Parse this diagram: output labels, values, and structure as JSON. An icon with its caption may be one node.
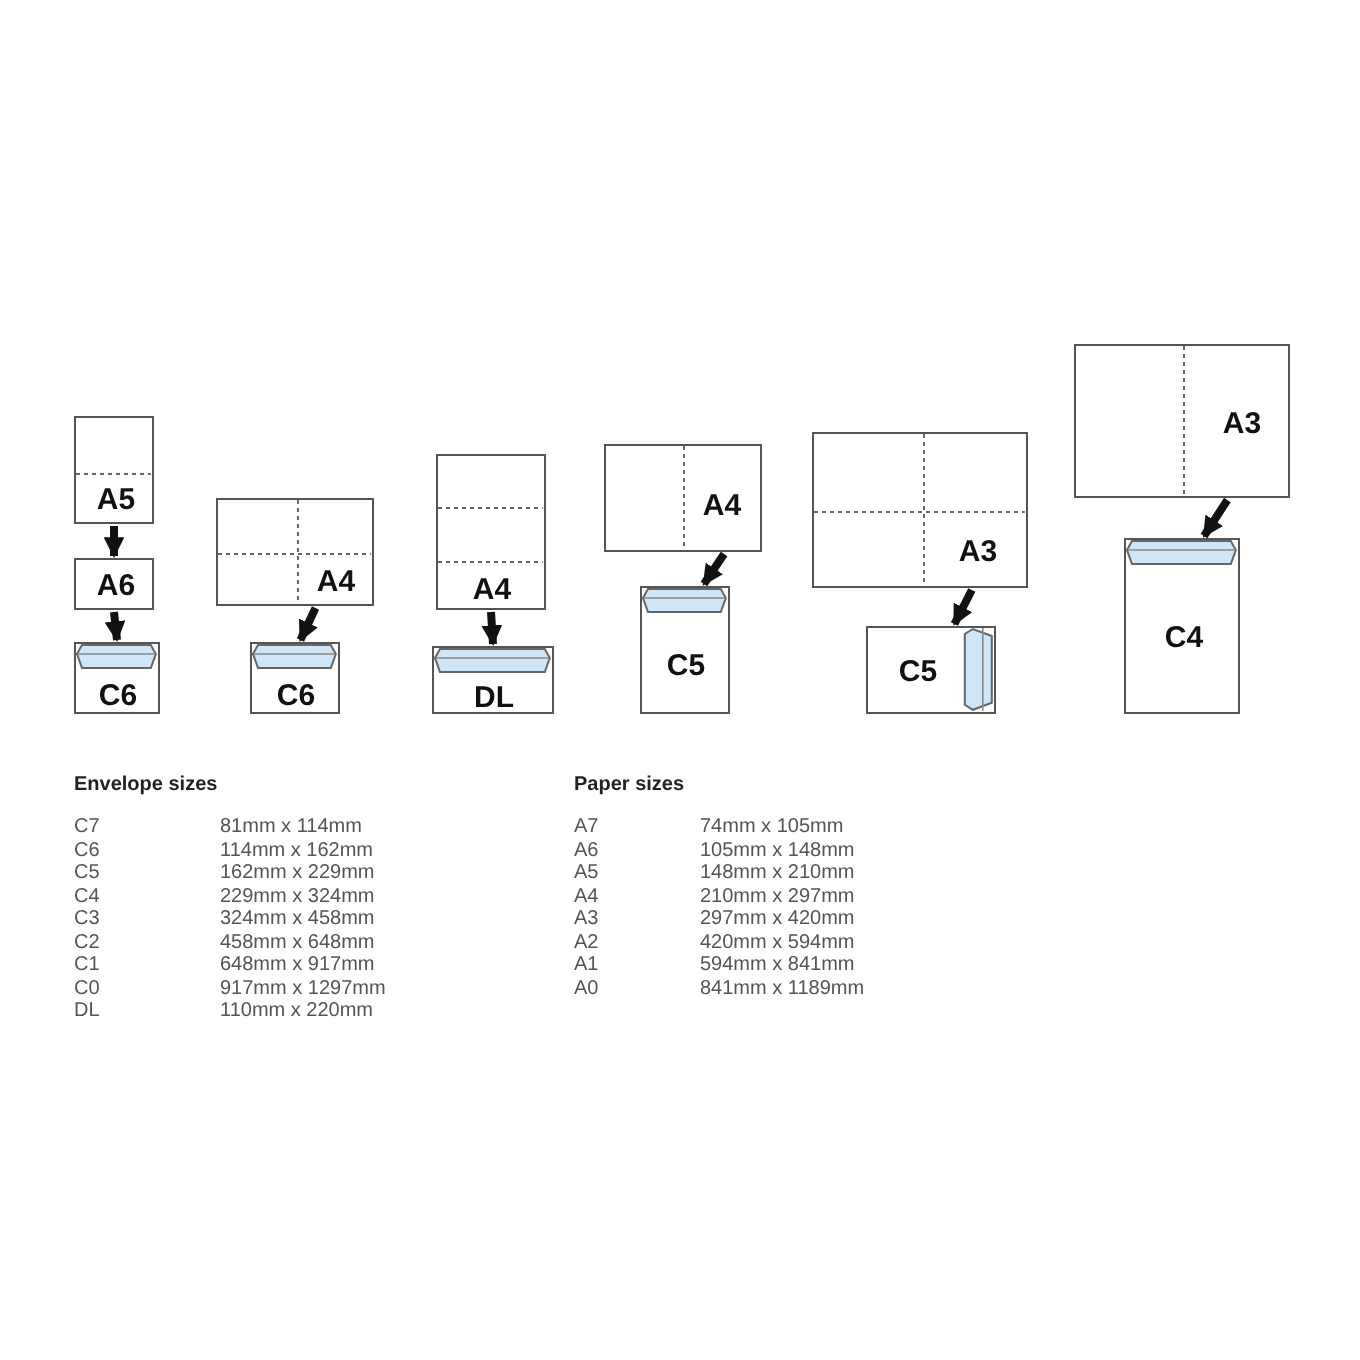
{
  "diagram": {
    "nodes": [
      {
        "text": [
          "A5"
        ]
      },
      {
        "text": [
          "A6"
        ]
      },
      {
        "text": [
          "C6"
        ]
      },
      {
        "text": [
          "A4"
        ]
      },
      {
        "text": [
          "C6"
        ]
      },
      {
        "text": [
          "A4"
        ]
      },
      {
        "text": [
          "DL"
        ]
      },
      {
        "text": [
          "A4"
        ]
      },
      {
        "text": [
          "C5"
        ]
      },
      {
        "text": [
          "A3"
        ]
      },
      {
        "text": [
          "C5"
        ]
      },
      {
        "text": [
          "A3"
        ]
      },
      {
        "text": [
          "C4"
        ]
      }
    ],
    "edges": [
      {
        "from": 0,
        "to": 1,
        "arrow": "to"
      },
      {
        "from": 1,
        "to": 2,
        "arrow": "to"
      },
      {
        "from": 3,
        "to": 4,
        "arrow": "to"
      },
      {
        "from": 5,
        "to": 6,
        "arrow": "to"
      },
      {
        "from": 7,
        "to": 8,
        "arrow": "to"
      },
      {
        "from": 9,
        "to": 10,
        "arrow": "to"
      },
      {
        "from": 11,
        "to": 12,
        "arrow": "to"
      }
    ],
    "labels": [
      "Envelope sizes",
      "C7",
      "81mm x 114mm",
      "C6",
      "114mm x 162mm",
      "C5",
      "162mm x 229mm",
      "C4",
      "229mm x 324mm",
      "C3",
      "324mm x 458mm",
      "C2",
      "458mm x 648mm",
      "C1",
      "648mm x 917mm",
      "C0",
      "917mm x 1297mm",
      "DL",
      "110mm x 220mm",
      "Paper sizes",
      "A7",
      "74mm x 105mm",
      "A6",
      "105mm x 148mm",
      "A5",
      "148mm x 210mm",
      "A4",
      "210mm x 297mm",
      "A3",
      "297mm x 420mm",
      "A2",
      "420mm x 594mm",
      "A1",
      "594mm x 841mm",
      "A0",
      "841mm x 1189mm"
    ]
  }
}
